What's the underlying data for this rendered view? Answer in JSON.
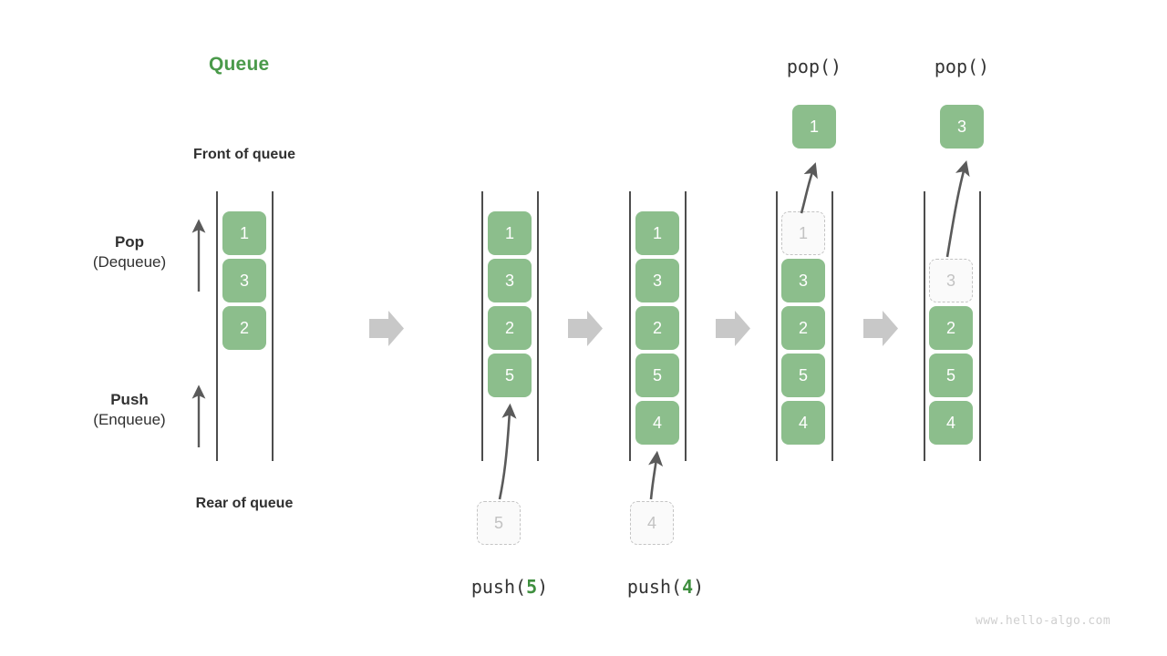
{
  "diagram": {
    "title": "Queue",
    "title_color": "#4a9a4a",
    "accent_green": "#8cbe8c",
    "ghost_color": "#c2c2c2",
    "rail_color": "#4d4d4d",
    "arrow_gray": "#c8c8c8",
    "watermark": "www.hello-algo.com"
  },
  "labels": {
    "front_of_queue": "Front of queue",
    "rear_of_queue": "Rear of queue",
    "pop_title": "Pop",
    "pop_sub": "(Dequeue)",
    "push_title": "Push",
    "push_sub": "(Enqueue)"
  },
  "panels": [
    {
      "id": "initial",
      "cells": [
        {
          "value": "1",
          "state": "filled"
        },
        {
          "value": "3",
          "state": "filled"
        },
        {
          "value": "2",
          "state": "filled"
        }
      ],
      "op_label_prefix": "",
      "op_label_num": "",
      "op_label_suffix": "",
      "incoming": null,
      "popped": null
    },
    {
      "id": "push-5",
      "cells": [
        {
          "value": "1",
          "state": "filled"
        },
        {
          "value": "3",
          "state": "filled"
        },
        {
          "value": "2",
          "state": "filled"
        },
        {
          "value": "5",
          "state": "filled"
        }
      ],
      "op_label_prefix": "push(",
      "op_label_num": "5",
      "op_label_suffix": ")",
      "incoming": {
        "value": "5"
      },
      "popped": null
    },
    {
      "id": "push-4",
      "cells": [
        {
          "value": "1",
          "state": "filled"
        },
        {
          "value": "3",
          "state": "filled"
        },
        {
          "value": "2",
          "state": "filled"
        },
        {
          "value": "5",
          "state": "filled"
        },
        {
          "value": "4",
          "state": "filled"
        }
      ],
      "op_label_prefix": "push(",
      "op_label_num": "4",
      "op_label_suffix": ")",
      "incoming": {
        "value": "4"
      },
      "popped": null
    },
    {
      "id": "pop-1",
      "cells": [
        {
          "value": "1",
          "state": "ghost"
        },
        {
          "value": "3",
          "state": "filled"
        },
        {
          "value": "2",
          "state": "filled"
        },
        {
          "value": "5",
          "state": "filled"
        },
        {
          "value": "4",
          "state": "filled"
        }
      ],
      "op_label_prefix": "",
      "op_label_num": "",
      "op_label_suffix": "",
      "incoming": null,
      "popped": {
        "value": "1",
        "title": "pop()"
      }
    },
    {
      "id": "pop-3",
      "cells": [
        {
          "value": "3",
          "state": "ghost"
        },
        {
          "value": "2",
          "state": "filled"
        },
        {
          "value": "5",
          "state": "filled"
        },
        {
          "value": "4",
          "state": "filled"
        }
      ],
      "op_label_prefix": "",
      "op_label_num": "",
      "op_label_suffix": "",
      "incoming": null,
      "popped": {
        "value": "3",
        "title": "pop()"
      }
    }
  ],
  "flow_arrows": [
    {
      "name": "flow-arrow-1"
    },
    {
      "name": "flow-arrow-2"
    },
    {
      "name": "flow-arrow-3"
    },
    {
      "name": "flow-arrow-4"
    }
  ]
}
